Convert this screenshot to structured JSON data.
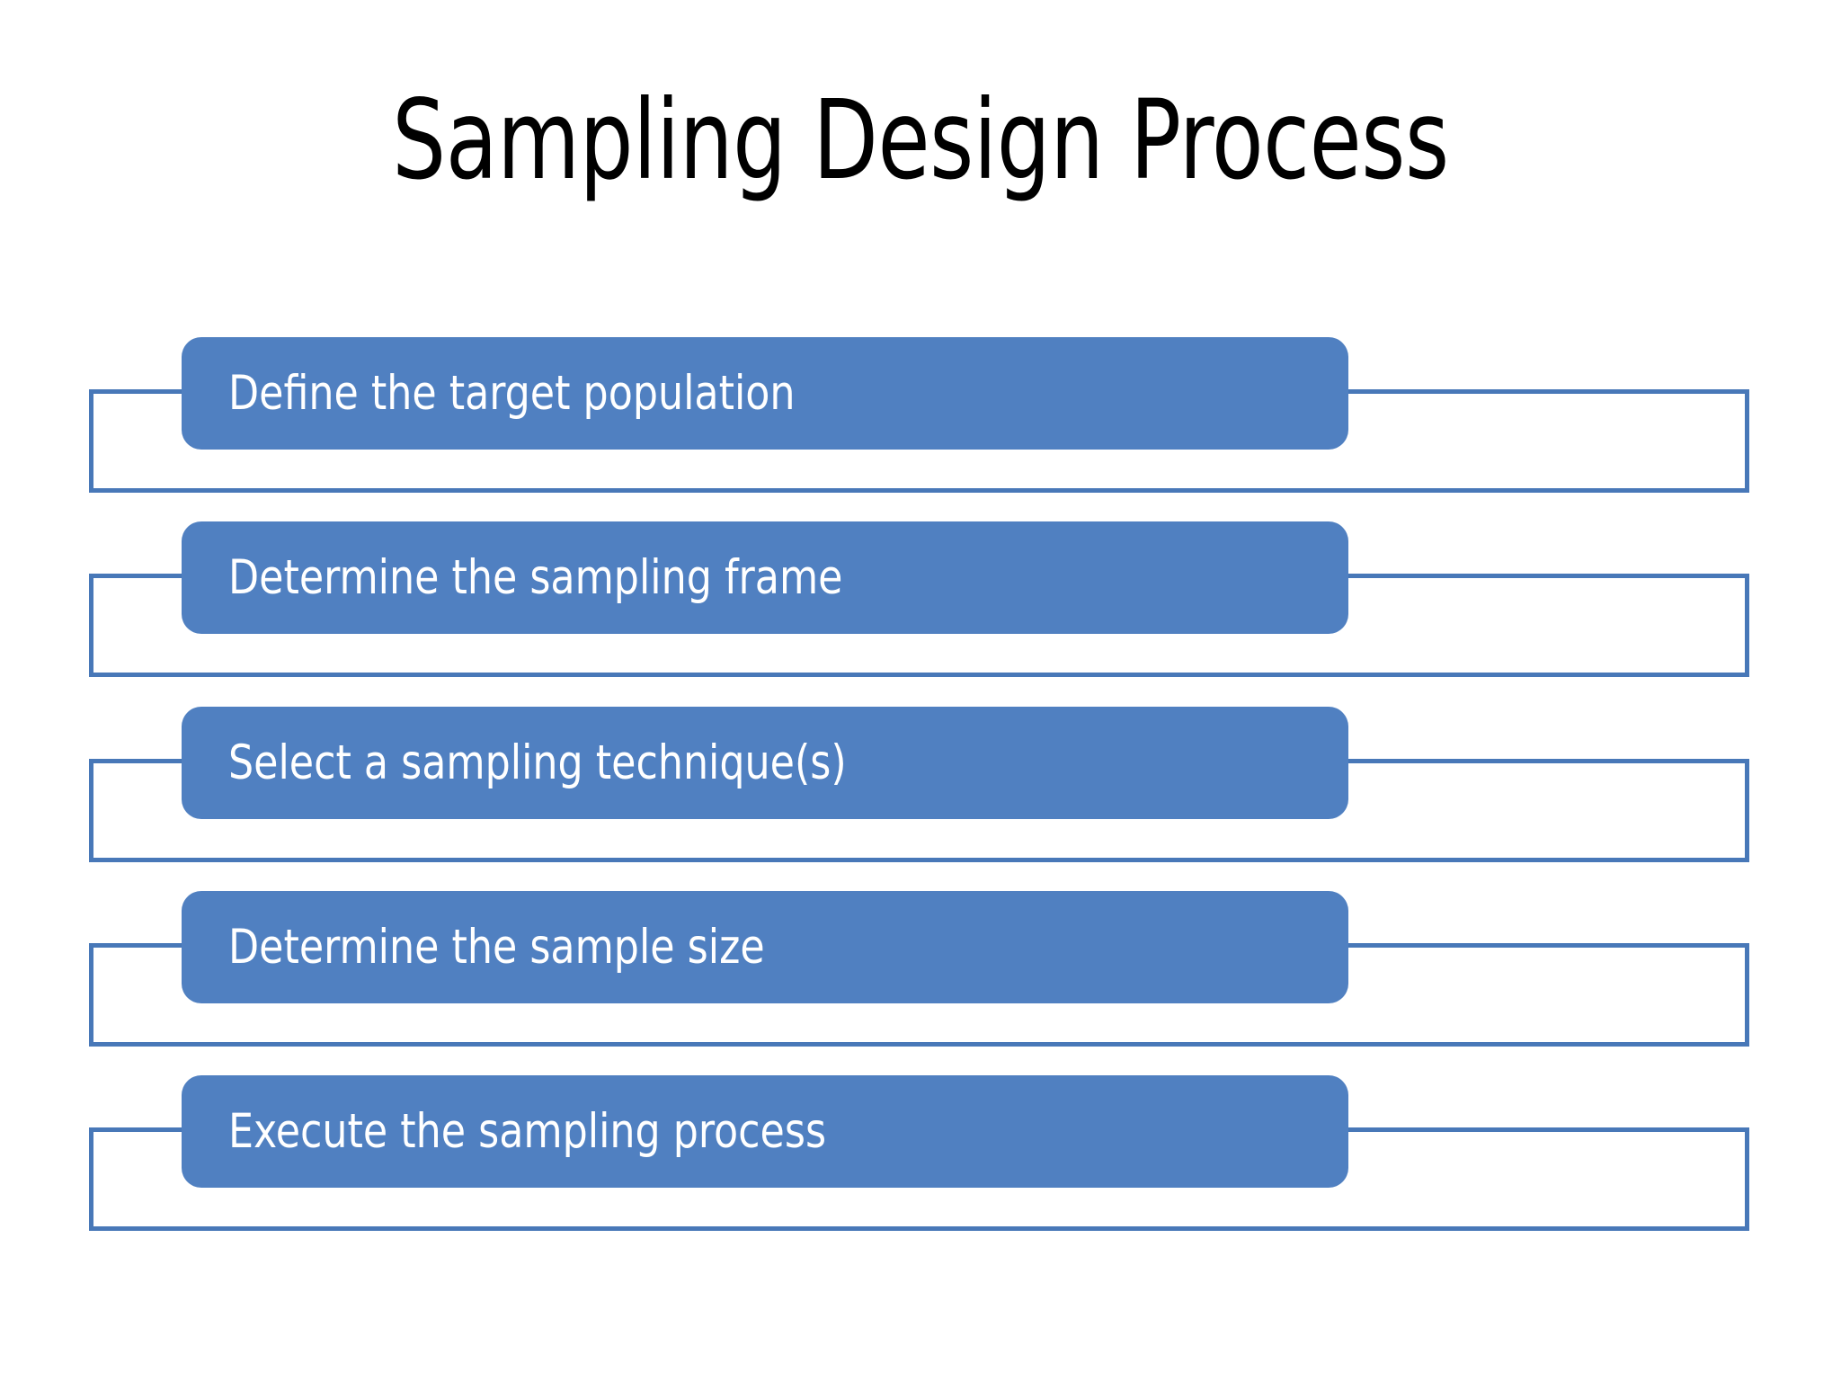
{
  "slide": {
    "title": "Sampling Design Process",
    "background_color": "#FFFFFF",
    "accent_color": "#5080C1",
    "outline_color": "#4878B8",
    "title_color": "#000000",
    "label_color": "#FFFFFF"
  },
  "process": {
    "steps": [
      {
        "index": "1",
        "label": "Define the target population"
      },
      {
        "index": "2",
        "label": "Determine the sampling frame"
      },
      {
        "index": "3",
        "label": "Select a sampling technique(s)"
      },
      {
        "index": "4",
        "label": "Determine the sample size"
      },
      {
        "index": "5",
        "label": "Execute the sampling process"
      }
    ]
  }
}
